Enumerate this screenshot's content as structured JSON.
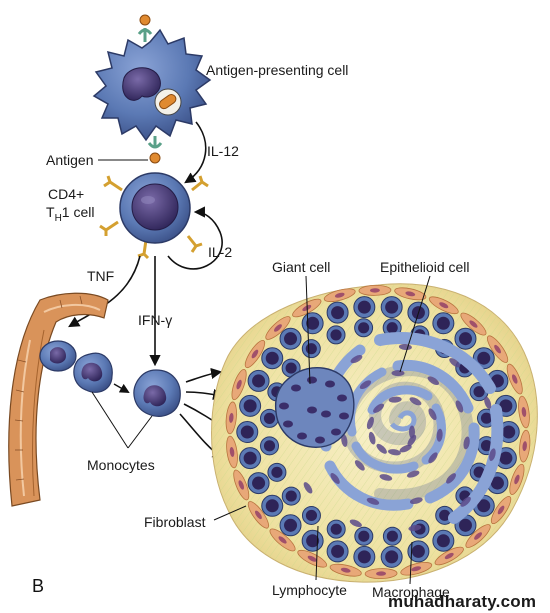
{
  "labels": {
    "apc": "Antigen-presenting cell",
    "il12": "IL-12",
    "antigen": "Antigen",
    "cd4": "CD4+",
    "th1_prefix": "T",
    "th1_sub": "H",
    "th1_suffix": "1 cell",
    "il2": "IL-2",
    "tnf": "TNF",
    "ifn": "IFN-γ",
    "giant_cell": "Giant cell",
    "epithelioid": "Epithelioid cell",
    "monocytes": "Monocytes",
    "fibroblast": "Fibroblast",
    "lymphocyte": "Lymphocyte",
    "macrophage": "Macrophage",
    "panel": "B"
  },
  "watermark": "muhadharaty.com",
  "colors": {
    "cell_body": "#5b79b4",
    "cell_dark": "#3a4f86",
    "nucleus": "#4a3a78",
    "nucleus_light": "#7a6aa8",
    "granuloma_bg": "#f1e6a6",
    "fibroblast": "#e8a878",
    "vessel": "#d9935a",
    "receptor": "#e0b040",
    "antigen": "#e08a30",
    "arrow": "#111111"
  }
}
